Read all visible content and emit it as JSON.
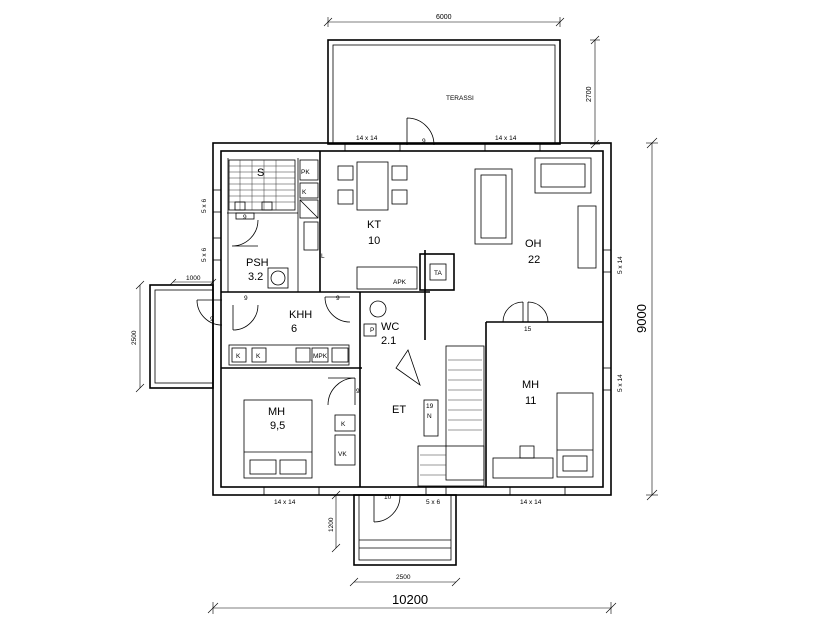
{
  "rooms": {
    "kt": {
      "name": "KT",
      "area": "10"
    },
    "oh": {
      "name": "OH",
      "area": "22"
    },
    "psh": {
      "name": "PSH",
      "area": "3.2"
    },
    "khh": {
      "name": "KHH",
      "area": "6"
    },
    "wc": {
      "name": "WC",
      "area": "2.1"
    },
    "mh1": {
      "name": "MH",
      "area": "11"
    },
    "mh2": {
      "name": "MH",
      "area": "9,5"
    },
    "et": {
      "name": "ET"
    },
    "terassi": {
      "name": "TERASSI"
    }
  },
  "dimensions": {
    "terrace_width": "6000",
    "terrace_depth": "2700",
    "total_width": "10200",
    "total_depth": "9000",
    "side_porch_width": "1000",
    "side_porch_depth": "2500",
    "entry_width": "2500",
    "entry_depth": "1200"
  },
  "windows": {
    "w_top_left": "14 x 14",
    "w_top_right": "14 x 14",
    "w_bottom_left": "14 x 14",
    "w_bottom_right": "14 x 14",
    "w_bottom_mid": "5 x 6",
    "w_left_1": "5 x 6",
    "w_left_2": "5 x 6",
    "w_right_1": "5 x 14",
    "w_right_2": "5 x 14"
  },
  "doors": {
    "d_terrace": "9",
    "d_psh": "9",
    "d_khh": "9",
    "d_side": "9",
    "d_wc": "9",
    "d_mh": "9",
    "d_entry": "10",
    "d_oh_mh": "15"
  },
  "labels": {
    "sauna": "S",
    "pk": "PK",
    "k": "K",
    "l": "L",
    "ta": "TA",
    "apk": "APK",
    "mpk": "MPK",
    "vk": "VK",
    "wc_p": "P",
    "stairs_n": "19",
    "stairs_mark": "N"
  }
}
